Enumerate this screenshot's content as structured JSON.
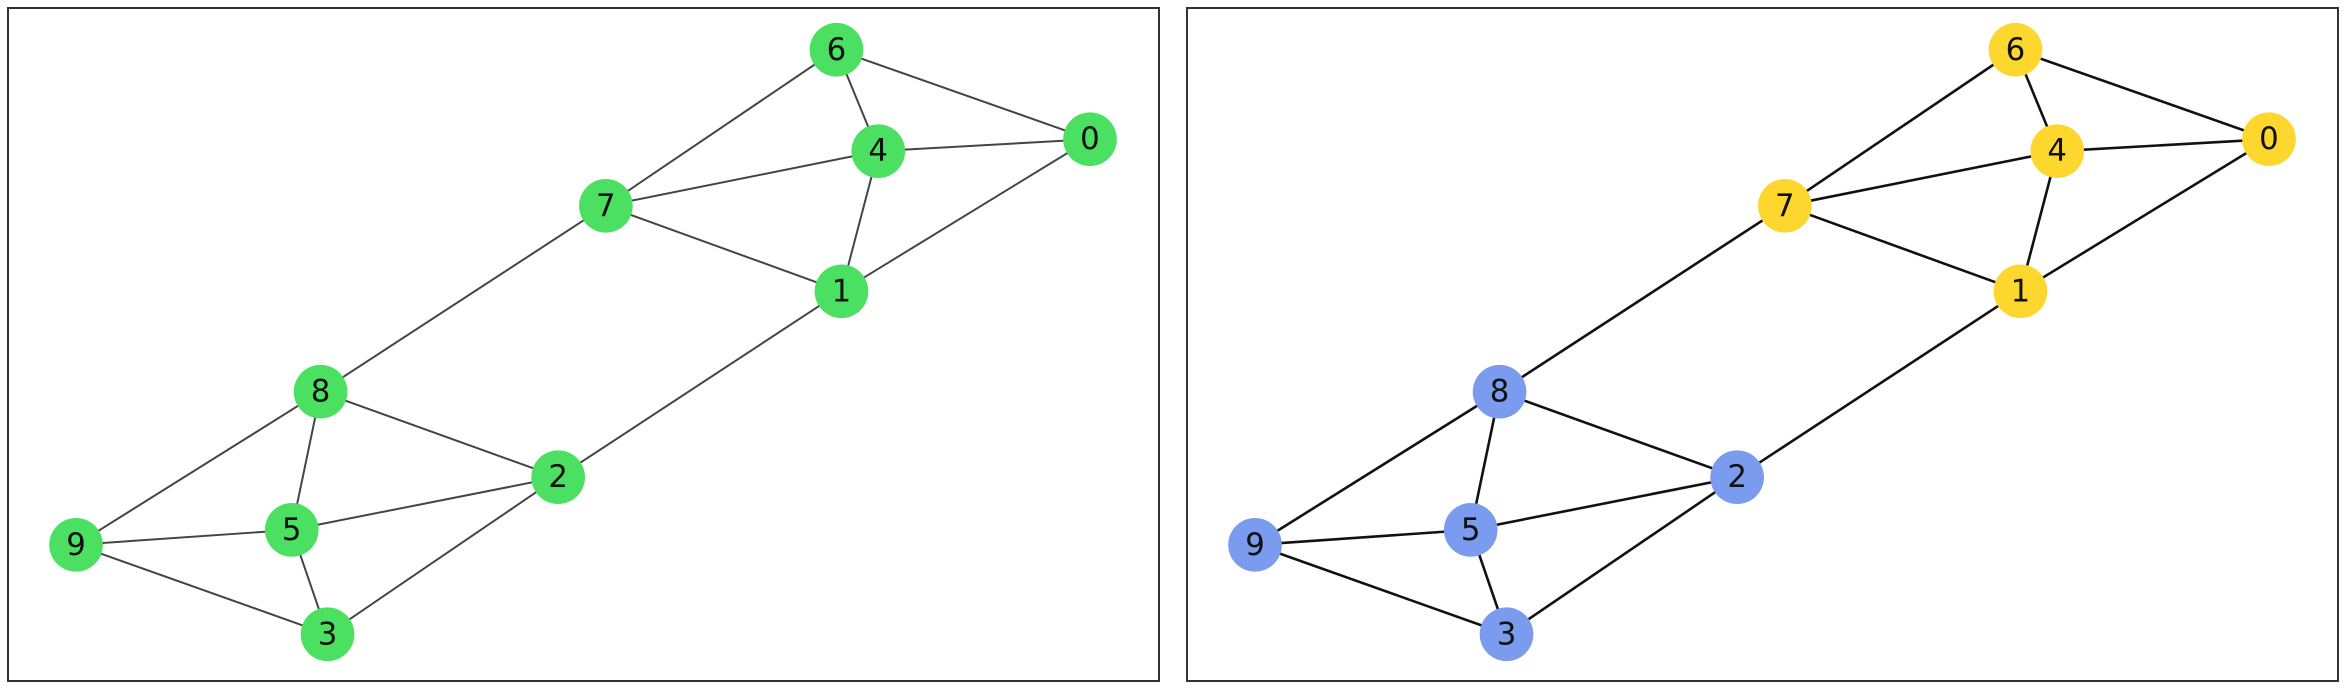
{
  "figure": {
    "panels": [
      {
        "id": "left",
        "edge_color": "#444444",
        "nodes": [
          {
            "id": "0",
            "color": "#4ce063"
          },
          {
            "id": "1",
            "color": "#4ce063"
          },
          {
            "id": "2",
            "color": "#4ce063"
          },
          {
            "id": "3",
            "color": "#4ce063"
          },
          {
            "id": "4",
            "color": "#4ce063"
          },
          {
            "id": "5",
            "color": "#4ce063"
          },
          {
            "id": "6",
            "color": "#4ce063"
          },
          {
            "id": "7",
            "color": "#4ce063"
          },
          {
            "id": "8",
            "color": "#4ce063"
          },
          {
            "id": "9",
            "color": "#4ce063"
          }
        ]
      },
      {
        "id": "right",
        "edge_color": "#111111",
        "nodes": [
          {
            "id": "0",
            "color": "#fdd72e"
          },
          {
            "id": "1",
            "color": "#fdd72e"
          },
          {
            "id": "2",
            "color": "#7b9bee"
          },
          {
            "id": "3",
            "color": "#7b9bee"
          },
          {
            "id": "4",
            "color": "#fdd72e"
          },
          {
            "id": "5",
            "color": "#7b9bee"
          },
          {
            "id": "6",
            "color": "#fdd72e"
          },
          {
            "id": "7",
            "color": "#fdd72e"
          },
          {
            "id": "8",
            "color": "#7b9bee"
          },
          {
            "id": "9",
            "color": "#7b9bee"
          }
        ]
      }
    ],
    "edges": [
      [
        "6",
        "4"
      ],
      [
        "6",
        "0"
      ],
      [
        "6",
        "7"
      ],
      [
        "4",
        "0"
      ],
      [
        "4",
        "7"
      ],
      [
        "4",
        "1"
      ],
      [
        "0",
        "1"
      ],
      [
        "7",
        "1"
      ],
      [
        "7",
        "8"
      ],
      [
        "1",
        "2"
      ],
      [
        "8",
        "2"
      ],
      [
        "8",
        "5"
      ],
      [
        "8",
        "9"
      ],
      [
        "2",
        "5"
      ],
      [
        "2",
        "3"
      ],
      [
        "5",
        "9"
      ],
      [
        "5",
        "3"
      ],
      [
        "9",
        "3"
      ]
    ]
  }
}
